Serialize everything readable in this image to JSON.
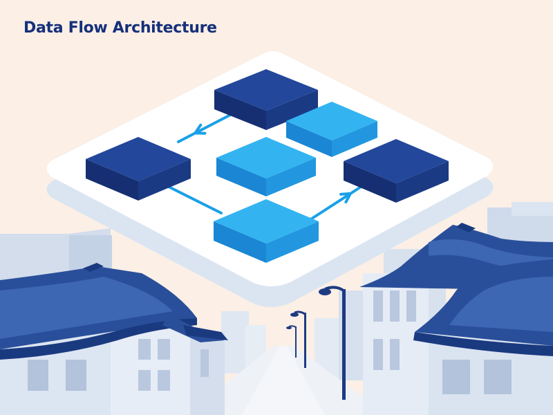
{
  "title": "Data Flow Architecture",
  "colors": {
    "background": "#fbefe6",
    "title": "#16307a",
    "node_dark": "#1e3f91",
    "node_light": "#2ba8ec",
    "arrow": "#1aa0e8",
    "platform": "#ffffff",
    "roof": "#2a4f9a",
    "building": "#dbe5f3"
  },
  "diagram": {
    "nodes": [
      {
        "id": "node-top",
        "shade": "dark"
      },
      {
        "id": "node-left",
        "shade": "dark"
      },
      {
        "id": "node-right",
        "shade": "dark"
      },
      {
        "id": "node-center",
        "shade": "light"
      },
      {
        "id": "node-upper-right",
        "shade": "light"
      },
      {
        "id": "node-bottom",
        "shade": "light"
      }
    ],
    "edges": [
      {
        "from": "node-top",
        "to": "node-left"
      },
      {
        "from": "node-left",
        "to": "node-bottom"
      },
      {
        "from": "node-bottom",
        "to": "node-right"
      }
    ]
  },
  "scene": {
    "background_elements": [
      "hanok-rooftops",
      "street-lamps",
      "buildings",
      "street"
    ]
  }
}
